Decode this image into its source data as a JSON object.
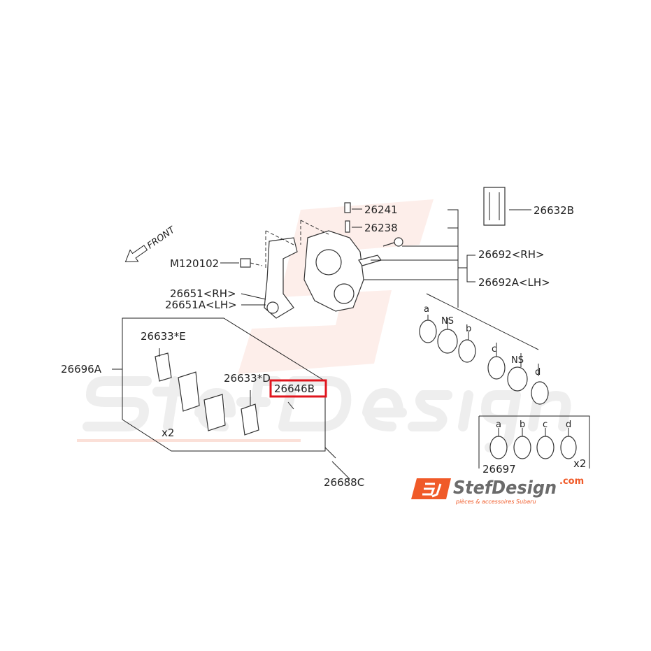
{
  "diagram": {
    "front_label": "FRONT",
    "parts": {
      "bleeder_screw": "26241",
      "bleeder_cap": "26238",
      "pad_clip": "26632B",
      "caliper_rh": "26692<RH>",
      "caliper_lh": "26692A<LH>",
      "bolt": "M120102",
      "support_rh": "26651<RH>",
      "support_lh": "26651A<LH>",
      "shim_e": "26633*E",
      "pad_kit": "26696A",
      "shim_d": "26633*D",
      "pin_clip": "26646B",
      "pad_pin": "26688C",
      "seal_kit": "26697"
    },
    "quantity_pads": "x2",
    "quantity_seals": "x2",
    "seal_labels_top": [
      "a",
      "NS",
      "b",
      "c",
      "NS",
      "d"
    ],
    "seal_kit_labels": [
      "a",
      "b",
      "c",
      "d"
    ],
    "highlight_color": "#e0161e"
  },
  "watermark": {
    "brand": "StefDesign",
    "domain": ".com",
    "tagline": "pièces & accessoires Subaru",
    "logo_color": "#f05a28"
  }
}
